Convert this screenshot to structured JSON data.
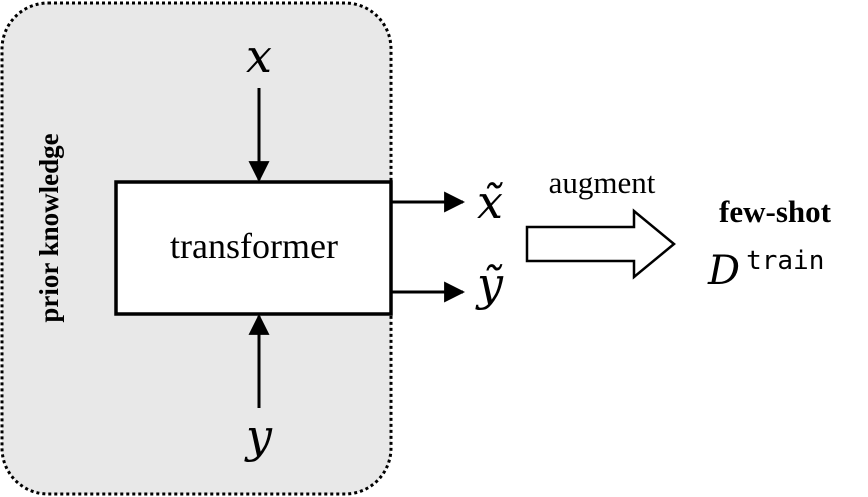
{
  "diagram": {
    "region_label": "prior knowledge",
    "module_label": "transformer",
    "input_x": "x",
    "input_y": "y",
    "output_x": "x̃",
    "output_y": "ỹ",
    "arrow_label": "augment",
    "target_title": "few-shot",
    "target_symbol": "D",
    "target_superscript": "train"
  },
  "colors": {
    "region_fill": "#e8e8e8",
    "stroke": "#000000",
    "box_fill": "#ffffff"
  }
}
